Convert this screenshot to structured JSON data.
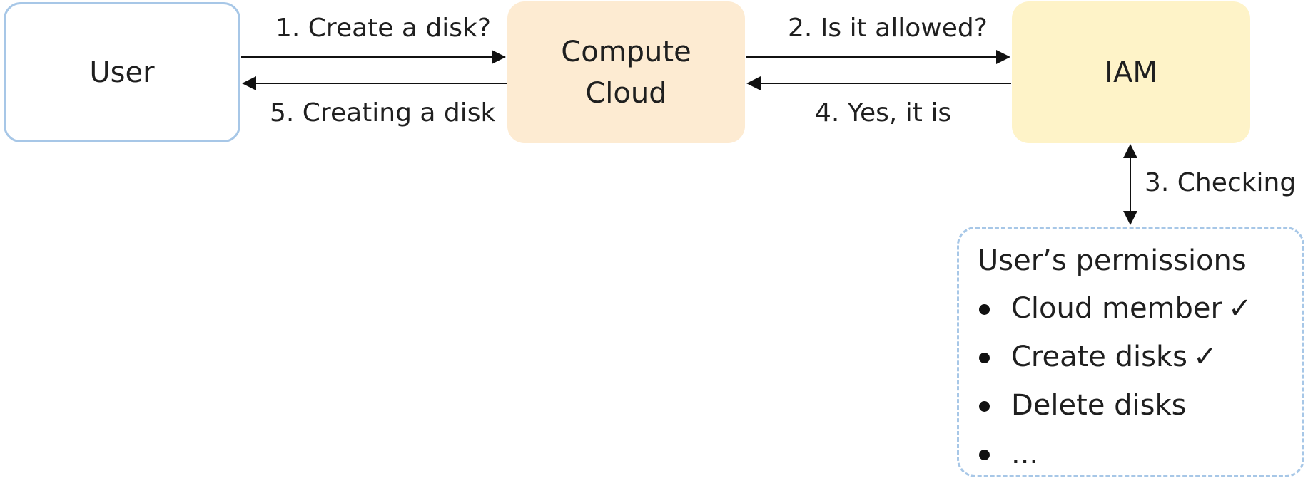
{
  "nodes": {
    "user": "User",
    "compute_line1": "Compute",
    "compute_line2": "Cloud",
    "iam": "IAM"
  },
  "edges": {
    "step1": "1. Create a disk?",
    "step2": "2. Is it allowed?",
    "step3": "3. Checking",
    "step4": "4. Yes, it is",
    "step5": "5. Creating a disk"
  },
  "permissions": {
    "title": "User’s permissions",
    "items": [
      {
        "label": "Cloud member",
        "check": "✓"
      },
      {
        "label": "Create disks",
        "check": "✓"
      },
      {
        "label": "Delete disks",
        "check": ""
      },
      {
        "label": "...",
        "check": ""
      }
    ]
  },
  "colors": {
    "user_border": "#a7c7e7",
    "compute_fill": "#fdebd2",
    "iam_fill": "#fef3c8",
    "arrow": "#111111"
  }
}
